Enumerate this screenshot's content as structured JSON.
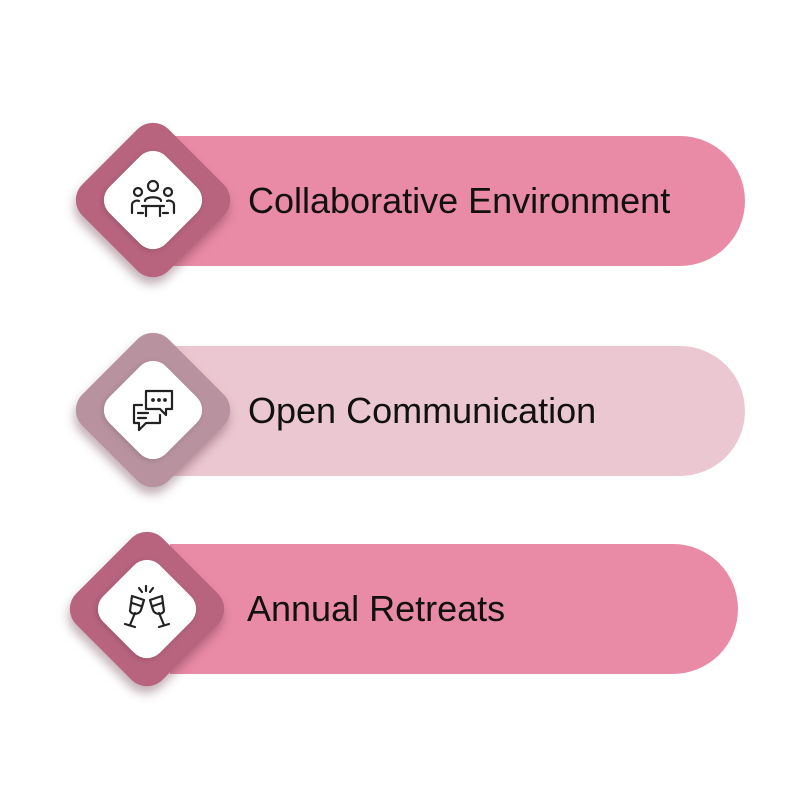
{
  "items": [
    {
      "label": "Collaborative Environment",
      "icon": "team-meeting-icon",
      "pill_color": "#e98ba7",
      "diamond_color": "#b8647f"
    },
    {
      "label": "Open Communication",
      "icon": "chat-bubbles-icon",
      "pill_color": "#ebc8d1",
      "diamond_color": "#b8939f"
    },
    {
      "label": "Annual Retreats",
      "icon": "toast-glasses-icon",
      "pill_color": "#e98ba7",
      "diamond_color": "#b8647f"
    }
  ]
}
